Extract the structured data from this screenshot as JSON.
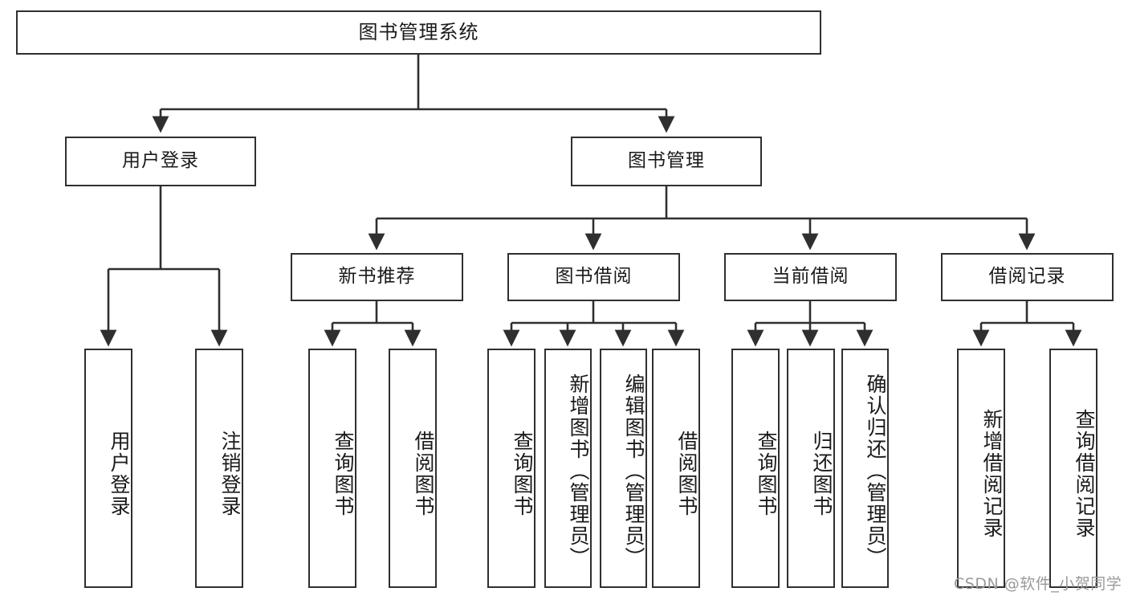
{
  "diagram": {
    "title": "图书管理系统",
    "type": "tree-hierarchy-diagram",
    "watermark": "CSDN @软件_小贺同学",
    "colors": {
      "box_border": "#2f2f2f",
      "box_fill": "#ffffff",
      "edge": "#2f2f2f",
      "text": "#1a1a1a",
      "watermark": "#9a9a9a"
    },
    "root": {
      "label": "图书管理系统"
    },
    "level2": [
      {
        "label": "用户登录"
      },
      {
        "label": "图书管理"
      }
    ],
    "level3": [
      {
        "label": "新书推荐"
      },
      {
        "label": "图书借阅"
      },
      {
        "label": "当前借阅"
      },
      {
        "label": "借阅记录"
      }
    ],
    "leaves": {
      "user_login": [
        {
          "label": "用户登录"
        },
        {
          "label": "注销登录"
        }
      ],
      "new_book_recommend": [
        {
          "label": "查询图书"
        },
        {
          "label": "借阅图书"
        }
      ],
      "book_borrow": [
        {
          "label": "查询图书"
        },
        {
          "label": "新增图书（管理员）"
        },
        {
          "label": "编辑图书（管理员）"
        },
        {
          "label": "借阅图书"
        }
      ],
      "current_borrow": [
        {
          "label": "查询图书"
        },
        {
          "label": "归还图书"
        },
        {
          "label": "确认归还（管理员）"
        }
      ],
      "borrow_record": [
        {
          "label": "新增借阅记录"
        },
        {
          "label": "查询借阅记录"
        }
      ]
    }
  }
}
